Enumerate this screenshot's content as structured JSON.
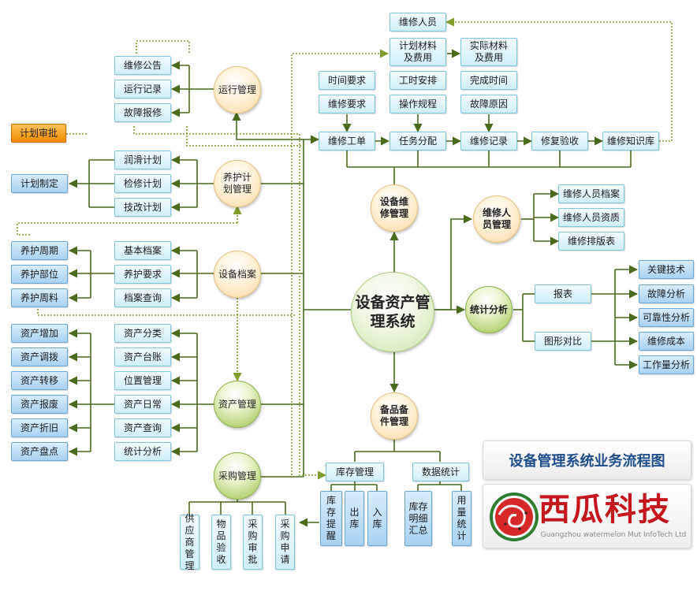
{
  "center": {
    "label": "设备资产管理系统"
  },
  "hubs": {
    "yunxing": "运行管理",
    "yanghu": "养护计划管理",
    "dangan": "设备档案",
    "zichan": "资产管理",
    "caigou": "采购管理",
    "weixiu": "设备维修管理",
    "beipin": "备品备件管理",
    "renyuan": "维修人员管理",
    "tongji": "统计分析"
  },
  "yunxing_items": [
    "维修公告",
    "运行记录",
    "故障报修"
  ],
  "plan_review": "计划审批",
  "yanghu_items": [
    "润滑计划",
    "检修计划",
    "技改计划"
  ],
  "plan_make": "计划制定",
  "dangan_items": [
    "基本档案",
    "养护要求",
    "档案查询"
  ],
  "dangan_left": [
    "养护周期",
    "养护部位",
    "养护周料"
  ],
  "zichan_mid": [
    "资产分类",
    "资产台账",
    "位置管理",
    "资产日常",
    "资产查询",
    "统计分析"
  ],
  "zichan_left": [
    "资产增加",
    "资产调拨",
    "资产转移",
    "资产报废",
    "资产折旧",
    "资产盘点"
  ],
  "caigou_items": [
    "供应商管理",
    "物品验收",
    "采购审批",
    "采购申请"
  ],
  "repair_flow": [
    "维修工单",
    "任务分配",
    "维修记录",
    "修复验收",
    "维修知识库"
  ],
  "repair_top": {
    "staff": "维修人员",
    "plan_material": "计划材料及费用",
    "actual_material": "实际材料及费用",
    "time_req": "时间要求",
    "repair_req": "维修要求",
    "work_time": "工时安排",
    "procedure": "操作规程",
    "finish_time": "完成时间",
    "fault_reason": "故障原因"
  },
  "renyuan_items": [
    "维修人员档案",
    "维修人员资质",
    "维修排版表"
  ],
  "tongji_items": [
    "报表",
    "图形对比"
  ],
  "tongji_right": [
    "关键技术",
    "故障分析",
    "可靠性分析",
    "维修成本",
    "工作量分析"
  ],
  "beipin_items": [
    "库存管理",
    "数据统计"
  ],
  "kucun_items": [
    "库存提醒",
    "出库",
    "入库"
  ],
  "shuju_items": [
    "库存明细汇总",
    "用量统计"
  ],
  "title": "设备管理系统业务流程图",
  "logo": {
    "cn": "西瓜科技",
    "en": "Guangzhou watermelon Mut InfoTech Ltd"
  },
  "colors": {
    "line": "#4a6a1c",
    "dotted": "#8aa83a",
    "box_border": "#7fc7df",
    "orange": "#f08a00",
    "title": "#1f4e8c",
    "logo_red": "#c4161c"
  }
}
